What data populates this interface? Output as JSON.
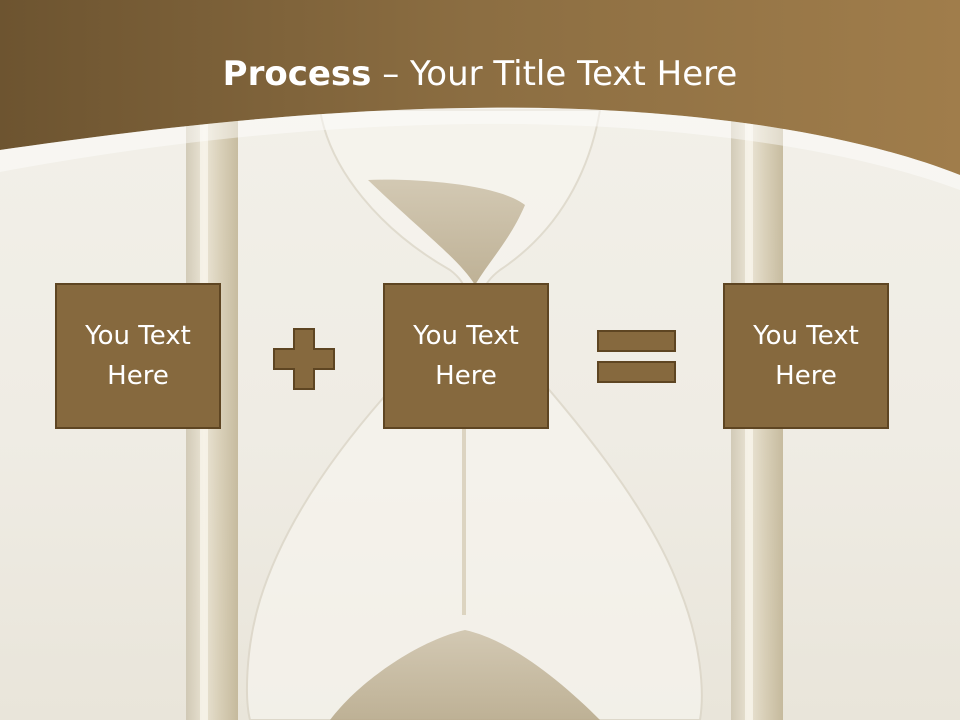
{
  "slide": {
    "title_bold": "Process",
    "title_sep": " – ",
    "title_rest": "Your Title Text Here"
  },
  "boxes": [
    {
      "label": "You Text Here"
    },
    {
      "label": "You Text Here"
    },
    {
      "label": "You Text Here"
    }
  ],
  "operators": [
    "plus-icon",
    "equals-icon"
  ],
  "colors": {
    "header_brown": "#8a6a3c",
    "box_fill": "#86693e",
    "box_border": "#5e4522",
    "text": "#ffffff"
  }
}
